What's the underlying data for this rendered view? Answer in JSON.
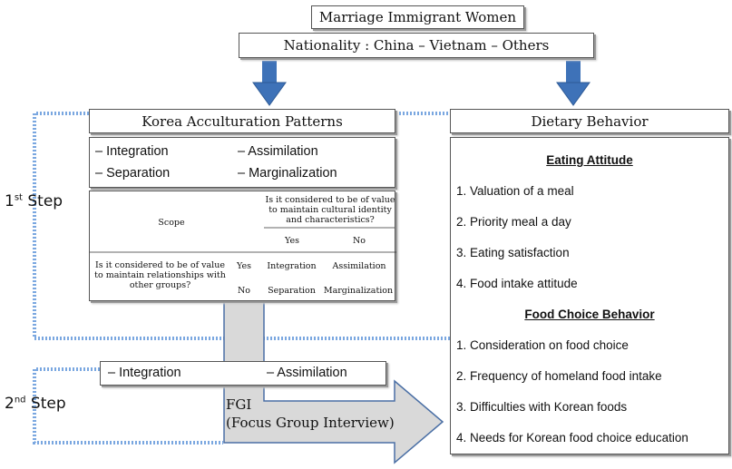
{
  "header": {
    "title": "Marriage Immigrant Women",
    "nationality": "Nationality : China  –  Vietnam  –  Others"
  },
  "acculturation": {
    "title": "Korea  Acculturation Patterns",
    "patterns": [
      "–  Integration",
      "– Assimilation",
      "–  Separation",
      "– Marginalization"
    ],
    "table": {
      "scope": "Scope",
      "q1": "Is it considered to be of value to maintain cultural identity and characteristics?",
      "yes": "Yes",
      "no": "No",
      "q2": "Is it considered to be of value to maintain relationships with other groups?",
      "r_yes": "Yes",
      "r_no": "No",
      "integration": "Integration",
      "assimilation": "Assimilation",
      "separation": "Separation",
      "marginalization": "Marginalization"
    }
  },
  "steps": {
    "first_num": "1",
    "first_sup": "st",
    "first_word": "Step",
    "second_num": "2",
    "second_sup": "nd",
    "second_word": "Step"
  },
  "second_step": {
    "integration": "–  Integration",
    "assimilation": "– Assimilation",
    "fgi": "FGI",
    "fgi_full": "(Focus Group Interview)"
  },
  "dietary": {
    "title": "Dietary Behavior",
    "eating_attitude": {
      "heading": "Eating Attitude",
      "items": [
        "1. Valuation of a meal",
        "2. Priority meal a day",
        "3. Eating satisfaction",
        "4. Food  intake attitude"
      ]
    },
    "food_choice": {
      "heading": "Food Choice Behavior",
      "items": [
        "1. Consideration on food choice",
        "2. Frequency of homeland food intake",
        "3. Difficulties with Korean foods",
        "4. Needs for Korean food choice education"
      ]
    }
  },
  "colors": {
    "arrow_blue": "#3e72b8",
    "dotted_blue": "#6b9bd8",
    "gray_arrow": "#d9d9d9",
    "arrow_border": "#4a6fa5"
  }
}
